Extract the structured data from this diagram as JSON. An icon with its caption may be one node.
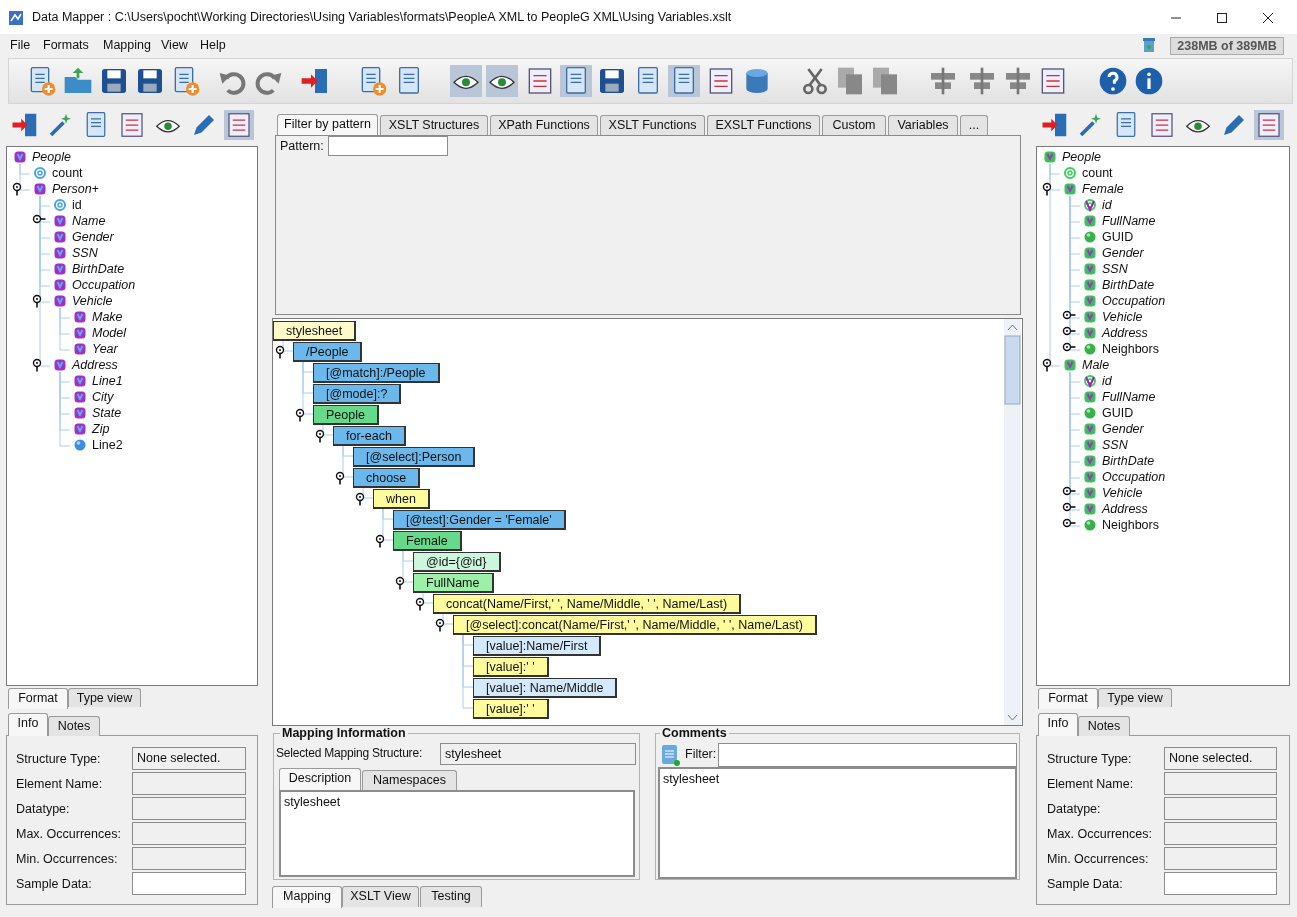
{
  "diagram": {
    "title": "Data Mapper : C:\\Users\\pocht\\Working Directories\\Using Variables\\formats\\PeopleA XML to PeopleG XML\\Using Variables.xslt",
    "nodes": [
      {
        "text": [
          "People"
        ]
      },
      {
        "text": [
          "count"
        ]
      },
      {
        "text": [
          "Person+"
        ]
      },
      {
        "text": [
          "id"
        ]
      },
      {
        "text": [
          "Name"
        ]
      },
      {
        "text": [
          "Gender"
        ]
      },
      {
        "text": [
          "SSN"
        ]
      },
      {
        "text": [
          "BirthDate"
        ]
      },
      {
        "text": [
          "Occupation"
        ]
      },
      {
        "text": [
          "Vehicle"
        ]
      },
      {
        "text": [
          "Make"
        ]
      },
      {
        "text": [
          "Model"
        ]
      },
      {
        "text": [
          "Year"
        ]
      },
      {
        "text": [
          "Address"
        ]
      },
      {
        "text": [
          "Line1"
        ]
      },
      {
        "text": [
          "City"
        ]
      },
      {
        "text": [
          "State"
        ]
      },
      {
        "text": [
          "Zip"
        ]
      },
      {
        "text": [
          "Line2"
        ]
      },
      {
        "text": [
          "stylesheet"
        ]
      },
      {
        "text": [
          "/People"
        ]
      },
      {
        "text": [
          "[@match]:/People"
        ]
      },
      {
        "text": [
          "[@mode]:?"
        ]
      },
      {
        "text": [
          "People"
        ]
      },
      {
        "text": [
          "for-each"
        ]
      },
      {
        "text": [
          "[@select]:Person"
        ]
      },
      {
        "text": [
          "choose"
        ]
      },
      {
        "text": [
          "when"
        ]
      },
      {
        "text": [
          "[@test]:Gender = 'Female'"
        ]
      },
      {
        "text": [
          "Female"
        ]
      },
      {
        "text": [
          "@id={@id}"
        ]
      },
      {
        "text": [
          "FullName"
        ]
      },
      {
        "text": [
          "concat(Name/First,' ', Name/Middle, ' ', Name/Last)"
        ]
      },
      {
        "text": [
          "[@select]:concat(Name/First,' ', Name/Middle, ' ', Name/Last)"
        ]
      },
      {
        "text": [
          "[value]:Name/First"
        ]
      },
      {
        "text": [
          "[value]:' '"
        ]
      },
      {
        "text": [
          "[value]: Name/Middle"
        ]
      },
      {
        "text": [
          "[value]:' '"
        ]
      },
      {
        "text": [
          "People"
        ]
      },
      {
        "text": [
          "count"
        ]
      },
      {
        "text": [
          "Female"
        ]
      },
      {
        "text": [
          "id"
        ]
      },
      {
        "text": [
          "FullName"
        ]
      },
      {
        "text": [
          "GUID"
        ]
      },
      {
        "text": [
          "Gender"
        ]
      },
      {
        "text": [
          "SSN"
        ]
      },
      {
        "text": [
          "BirthDate"
        ]
      },
      {
        "text": [
          "Occupation"
        ]
      },
      {
        "text": [
          "Vehicle"
        ]
      },
      {
        "text": [
          "Address"
        ]
      },
      {
        "text": [
          "Neighbors"
        ]
      },
      {
        "text": [
          "Male"
        ]
      },
      {
        "text": [
          "id"
        ]
      },
      {
        "text": [
          "FullName"
        ]
      },
      {
        "text": [
          "GUID"
        ]
      },
      {
        "text": [
          "Gender"
        ]
      },
      {
        "text": [
          "SSN"
        ]
      },
      {
        "text": [
          "BirthDate"
        ]
      },
      {
        "text": [
          "Occupation"
        ]
      },
      {
        "text": [
          "Vehicle"
        ]
      },
      {
        "text": [
          "Address"
        ]
      },
      {
        "text": [
          "Neighbors"
        ]
      }
    ],
    "edges": [
      {
        "from": 0,
        "to": 1,
        "arrow": "none"
      },
      {
        "from": 0,
        "to": 2,
        "arrow": "none"
      },
      {
        "from": 2,
        "to": 3,
        "arrow": "none"
      },
      {
        "from": 2,
        "to": 4,
        "arrow": "none"
      },
      {
        "from": 2,
        "to": 5,
        "arrow": "none"
      },
      {
        "from": 2,
        "to": 6,
        "arrow": "none"
      },
      {
        "from": 2,
        "to": 7,
        "arrow": "none"
      },
      {
        "from": 2,
        "to": 8,
        "arrow": "none"
      },
      {
        "from": 2,
        "to": 9,
        "arrow": "none"
      },
      {
        "from": 9,
        "to": 10,
        "arrow": "none"
      },
      {
        "from": 9,
        "to": 11,
        "arrow": "none"
      },
      {
        "from": 9,
        "to": 12,
        "arrow": "none"
      },
      {
        "from": 2,
        "to": 13,
        "arrow": "none"
      },
      {
        "from": 13,
        "to": 14,
        "arrow": "none"
      },
      {
        "from": 13,
        "to": 15,
        "arrow": "none"
      },
      {
        "from": 13,
        "to": 16,
        "arrow": "none"
      },
      {
        "from": 13,
        "to": 17,
        "arrow": "none"
      },
      {
        "from": 13,
        "to": 18,
        "arrow": "none"
      },
      {
        "from": 19,
        "to": 20,
        "arrow": "none"
      },
      {
        "from": 20,
        "to": 21,
        "arrow": "none"
      },
      {
        "from": 20,
        "to": 22,
        "arrow": "none"
      },
      {
        "from": 20,
        "to": 23,
        "arrow": "none"
      },
      {
        "from": 23,
        "to": 24,
        "arrow": "none"
      },
      {
        "from": 24,
        "to": 25,
        "arrow": "none"
      },
      {
        "from": 24,
        "to": 26,
        "arrow": "none"
      },
      {
        "from": 26,
        "to": 27,
        "arrow": "none"
      },
      {
        "from": 27,
        "to": 28,
        "arrow": "none"
      },
      {
        "from": 27,
        "to": 29,
        "arrow": "none"
      },
      {
        "from": 29,
        "to": 30,
        "arrow": "none"
      },
      {
        "from": 29,
        "to": 31,
        "arrow": "none"
      },
      {
        "from": 31,
        "to": 32,
        "arrow": "none"
      },
      {
        "from": 32,
        "to": 33,
        "arrow": "none"
      },
      {
        "from": 33,
        "to": 34,
        "arrow": "none"
      },
      {
        "from": 33,
        "to": 35,
        "arrow": "none"
      },
      {
        "from": 33,
        "to": 36,
        "arrow": "none"
      },
      {
        "from": 33,
        "to": 37,
        "arrow": "none"
      },
      {
        "from": 38,
        "to": 39,
        "arrow": "none"
      },
      {
        "from": 38,
        "to": 40,
        "arrow": "none"
      },
      {
        "from": 40,
        "to": 41,
        "arrow": "none"
      },
      {
        "from": 40,
        "to": 42,
        "arrow": "none"
      },
      {
        "from": 40,
        "to": 43,
        "arrow": "none"
      },
      {
        "from": 40,
        "to": 44,
        "arrow": "none"
      },
      {
        "from": 40,
        "to": 45,
        "arrow": "none"
      },
      {
        "from": 40,
        "to": 46,
        "arrow": "none"
      },
      {
        "from": 40,
        "to": 47,
        "arrow": "none"
      },
      {
        "from": 40,
        "to": 48,
        "arrow": "none"
      },
      {
        "from": 40,
        "to": 49,
        "arrow": "none"
      },
      {
        "from": 40,
        "to": 50,
        "arrow": "none"
      },
      {
        "from": 38,
        "to": 51,
        "arrow": "none"
      },
      {
        "from": 51,
        "to": 52,
        "arrow": "none"
      },
      {
        "from": 51,
        "to": 53,
        "arrow": "none"
      },
      {
        "from": 51,
        "to": 54,
        "arrow": "none"
      },
      {
        "from": 51,
        "to": 55,
        "arrow": "none"
      },
      {
        "from": 51,
        "to": 56,
        "arrow": "none"
      },
      {
        "from": 51,
        "to": 57,
        "arrow": "none"
      },
      {
        "from": 51,
        "to": 58,
        "arrow": "none"
      },
      {
        "from": 51,
        "to": 59,
        "arrow": "none"
      },
      {
        "from": 51,
        "to": 60,
        "arrow": "none"
      },
      {
        "from": 51,
        "to": 61,
        "arrow": "none"
      }
    ],
    "labels": [
      "File",
      "Formats",
      "Mapping",
      "View",
      "Help",
      "238MB of 389MB",
      "Filter by pattern",
      "XSLT Structures",
      "XPath Functions",
      "XSLT Functions",
      "EXSLT Functions",
      "Custom",
      "Variables",
      "...",
      "Pattern:",
      "Format",
      "Type view",
      "Info",
      "Notes",
      "Structure Type:",
      "None selected.",
      "Element Name:",
      "Datatype:",
      "Max. Occurrences:",
      "Min. Occurrences:",
      "Sample Data:",
      "Mapping Information",
      "Selected Mapping Structure:",
      "stylesheet",
      "Description",
      "Namespaces",
      "stylesheet",
      "Comments",
      "Filter:",
      "stylesheet",
      "Mapping",
      "XSLT View",
      "Testing",
      "Format",
      "Type view",
      "Info",
      "Notes",
      "Structure Type:",
      "None selected.",
      "Element Name:",
      "Datatype:",
      "Max. Occurrences:",
      "Min. Occurrences:",
      "Sample Data:"
    ]
  }
}
